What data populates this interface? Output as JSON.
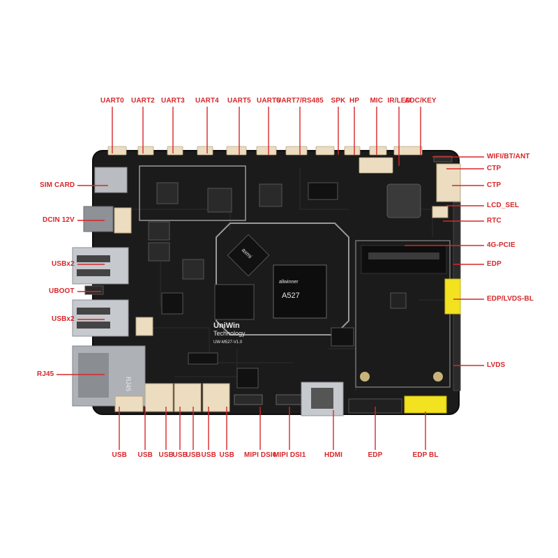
{
  "colors": {
    "label": "#d7262a",
    "leader": "#d7262a",
    "pcb": "#1b1b1b",
    "pcb_edge": "#0d0d0d",
    "trace": "#2c2c2c",
    "silkscreen": "#d9d9d9",
    "connector": "#ecdcc0",
    "metal": "#b9bcc0",
    "yellow": "#f2e21f",
    "chip": "#111111"
  },
  "board": {
    "logo_line1": "UniWin",
    "logo_line2": "Technology",
    "model": "UW-M527-V1.0",
    "soc_brand": "allwinner",
    "soc_name": "A527",
    "pmic_brand": "axmi"
  },
  "callouts": {
    "top": [
      {
        "id": "uart0",
        "label": "UART0"
      },
      {
        "id": "uart2",
        "label": "UART2"
      },
      {
        "id": "uart3",
        "label": "UART3"
      },
      {
        "id": "uart4",
        "label": "UART4"
      },
      {
        "id": "uart5",
        "label": "UART5"
      },
      {
        "id": "uart6",
        "label": "UART6"
      },
      {
        "id": "uart7",
        "label": "UART7/RS485"
      },
      {
        "id": "spk",
        "label": "SPK"
      },
      {
        "id": "hp",
        "label": "HP"
      },
      {
        "id": "mic",
        "label": "MIC"
      },
      {
        "id": "irled",
        "label": "IR/LED"
      },
      {
        "id": "adckey",
        "label": "ADC/KEY"
      }
    ],
    "left": [
      {
        "id": "simcard",
        "label": "SIM CARD"
      },
      {
        "id": "dcin",
        "label": "DCIN 12V"
      },
      {
        "id": "usbx2a",
        "label": "USBx2"
      },
      {
        "id": "uboot",
        "label": "UBOOT"
      },
      {
        "id": "usbx2b",
        "label": "USBx2"
      },
      {
        "id": "rj45",
        "label": "RJ45"
      }
    ],
    "right": [
      {
        "id": "wifi",
        "label": "WIFI/BT/ANT"
      },
      {
        "id": "ctp1",
        "label": "CTP"
      },
      {
        "id": "ctp2",
        "label": "CTP"
      },
      {
        "id": "lcdsel",
        "label": "LCD_SEL"
      },
      {
        "id": "rtc",
        "label": "RTC"
      },
      {
        "id": "pcie",
        "label": "4G-PCIE"
      },
      {
        "id": "edp_r",
        "label": "EDP"
      },
      {
        "id": "edplvds",
        "label": "EDP/LVDS-BL"
      },
      {
        "id": "lvds",
        "label": "LVDS"
      }
    ],
    "bottom": [
      {
        "id": "usb1",
        "label": "USB"
      },
      {
        "id": "usb2",
        "label": "USB"
      },
      {
        "id": "usb3",
        "label": "USB"
      },
      {
        "id": "usb4",
        "label": "USB"
      },
      {
        "id": "usb5",
        "label": "USB"
      },
      {
        "id": "usb6",
        "label": "USB"
      },
      {
        "id": "usb7",
        "label": "USB"
      },
      {
        "id": "dsi0",
        "label": "MIPI DSI0"
      },
      {
        "id": "dsi1",
        "label": "MIPI DSI1"
      },
      {
        "id": "hdmi",
        "label": "HDMI"
      },
      {
        "id": "edp_b",
        "label": "EDP"
      },
      {
        "id": "edpbl",
        "label": "EDP BL"
      }
    ]
  }
}
